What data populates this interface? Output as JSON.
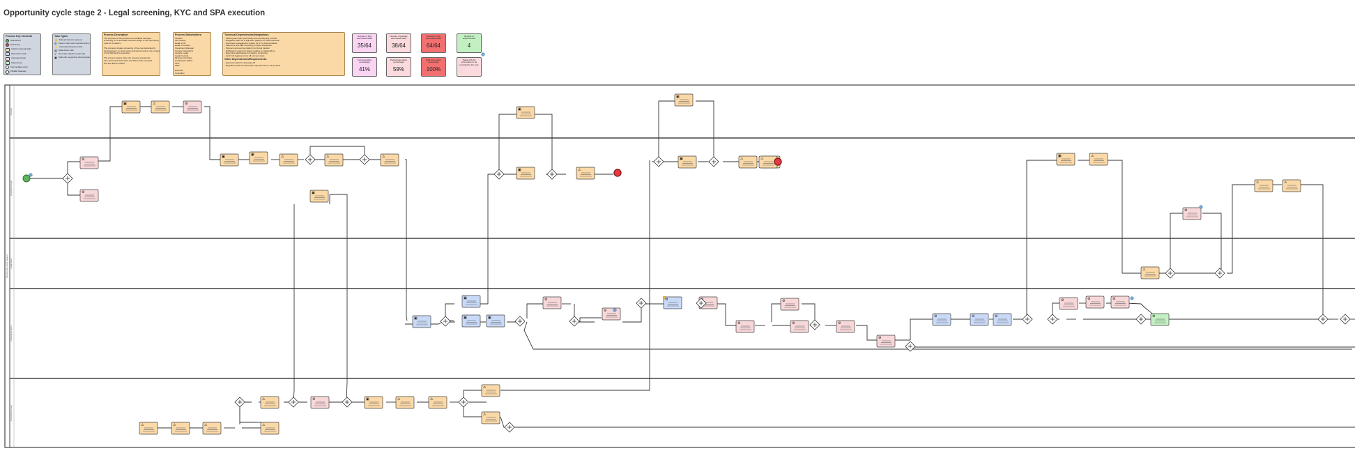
{
  "page": {
    "title": "Opportunity cycle stage 2 - Legal screening, KYC and SPA execution"
  },
  "legends": {
    "elements": {
      "title": "Process Key elements",
      "items": [
        "Start Event",
        "End Event",
        "Activity (manual task)",
        "Data-driven task",
        "Automated task",
        "Subprocess",
        "Intermediate event",
        "Parallel Gateway"
      ]
    },
    "tasks": {
      "title": "Task Types",
      "items": [
        "Manual task (no system)",
        "System task (user interacts with system)",
        "Automated (system) task",
        "Data-driven task",
        "User task (requires approval)",
        "Task with supporting documentation"
      ]
    }
  },
  "notes": {
    "description": {
      "title": "Process Description",
      "lines": [
        "The purpose of this process is to facilitate the legal",
        "screening, KYC and SPA execution stage of the opportunity",
        "cycle for investors.",
        "",
        "The process includes screening of the counterparties by",
        "the legal team, an anti-money laundering review, the preparation",
        "of the SPA and its execution.",
        "",
        "The process begins when the investor accepts the",
        "term sheet and ends when the SPA is fully executed",
        "and the deal is funded."
      ]
    },
    "stakeholders": {
      "title": "Process Stakeholders:",
      "lines": [
        "Investor",
        "CP Investor",
        "Head of CP",
        "Head of Investor",
        "Investment Manager",
        "Investor Operations",
        "Investor Legal",
        "Legal Counsel",
        "Finance Controller",
        "Compliance Officer",
        "CFO",
        "CEO",
        "",
        "External:",
        "Custodian",
        "Escrow Agent",
        "Lawyers / Counsel"
      ]
    },
    "dependencies": {
      "title": "Technical Dependencies/Integrations:",
      "lines": [
        "- CRM system with opportunity and counterparty records",
        "- Integration with the e-signature platform for SPA execution",
        "- Document management system for KYC documentation",
        "- Sanctions and PEP screening provider integration",
        "- Payment and escrow platform for funds transfer",
        "- Notification engine for status updates to stakeholders",
        "- Reporting dashboards for pipeline monitoring",
        "- Audit trail logging across all process steps"
      ],
      "title2": "Other Dependencies/Requirements:",
      "lines2": [
        "- Approval matrix for deal sign-off",
        "- Regulatory and internal policy requirements for the investor"
      ]
    }
  },
  "kpis": [
    {
      "label": "Number of fully automated tasks",
      "value": "35/64",
      "color": "#f9d4f3"
    },
    {
      "label": "Number of partially automated tasks",
      "value": "38/64",
      "color": "#fadadd"
    },
    {
      "label": "Number of fully automated tasks",
      "value": "64/64",
      "color": "#f27070"
    },
    {
      "label": "Number of subprocesses",
      "value": "4",
      "color": "#c3f0c2"
    },
    {
      "label": "Full automation percentage",
      "value": "41%",
      "color": "#f9d4f3"
    },
    {
      "label": "Partial automation percentage",
      "value": "59%",
      "color": "#fadadd"
    },
    {
      "label": "Total automation percentage",
      "value": "100%",
      "color": "#f27070"
    },
    {
      "label": "Tasks with the information to be provided by the user",
      "value": "",
      "color": "#fadadd"
    }
  ],
  "colors": {
    "manual": "#fbd9a7",
    "review": "#f8d7d9",
    "system": "#c9daf8",
    "subprocess": "#c3f0c2",
    "start": "#5fb55f",
    "end": "#e63946",
    "lane_border": "#444444"
  },
  "lanes": [
    {
      "name": "Investor"
    },
    {
      "name": "Investment team"
    },
    {
      "name": "Legal team"
    },
    {
      "name": "Operations team"
    },
    {
      "name": "Compliance team"
    }
  ],
  "pool": {
    "name": "Opportunity cycle stage 2"
  }
}
